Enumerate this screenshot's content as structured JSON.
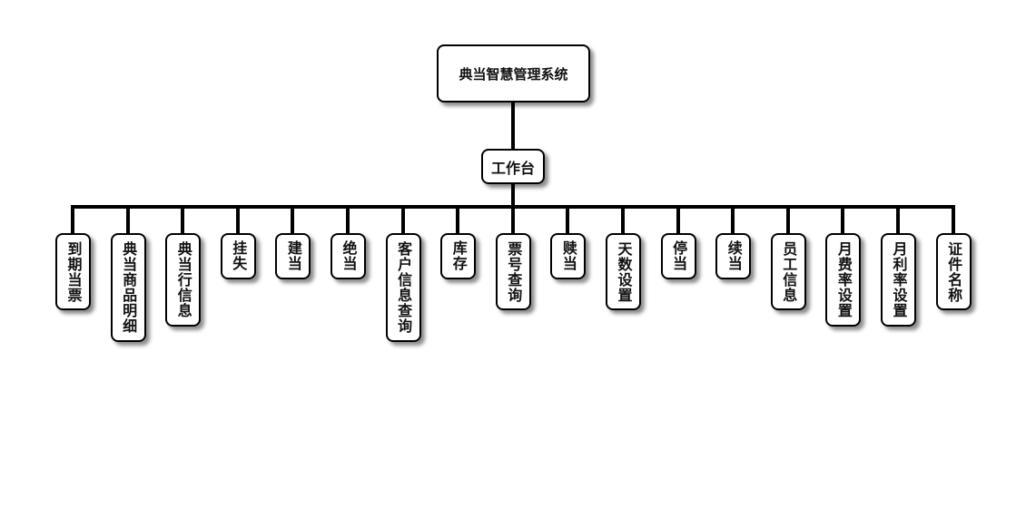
{
  "root": {
    "label": "典当智慧管理系统"
  },
  "level1": {
    "label": "工作台"
  },
  "leaves": [
    "到期当票",
    "典当商品明细",
    "典当行信息",
    "挂失",
    "建当",
    "绝当",
    "客户信息查询",
    "库存",
    "票号查询",
    "赎当",
    "天数设置",
    "停当",
    "续当",
    "员工信息",
    "月费率设置",
    "月利率设置",
    "证件名称"
  ]
}
